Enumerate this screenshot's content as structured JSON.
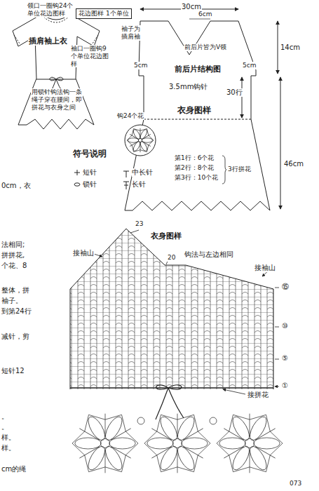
{
  "diagram": {
    "nodes": [
      {
        "text": [
          "花边图样 1个单位"
        ]
      }
    ],
    "labels": [
      "领口一圈钩24个单位花边图样",
      "插肩袖上衣",
      "袖口一圈钩9个单位花边图样",
      "用锁针钩法钩一条绳子穿在腰间，即拼花与衣身之间",
      "30cm",
      "6cm",
      "袖子为插肩袖",
      "前后片皆为V领",
      "14cm",
      "5cm",
      "5cm",
      "前后片结构图",
      "30行",
      "3.5mm钩针",
      "衣身图样",
      "钩24个花",
      "46cm",
      "第1行：6个花",
      "第2行：8个花",
      "第3行：10个花",
      "3行拼花",
      "符号说明",
      "0cm，衣",
      "法相同;",
      "拼拼花,",
      "个花、8",
      "整体，拼",
      "袖子。",
      "到第24行",
      "减针，剪",
      "短针12",
      "。",
      "。",
      "样。",
      "样。",
      "cm的绳",
      "衣身图样",
      "23",
      "20",
      "⑮",
      "⑩",
      "⑤",
      "①",
      "接袖山",
      "接袖山",
      "钩法与左边相同",
      "接拼花",
      "073"
    ],
    "legend": [
      {
        "text": "短针"
      },
      {
        "text": "中长针"
      },
      {
        "text": "锁针"
      },
      {
        "text": "长针"
      }
    ]
  }
}
